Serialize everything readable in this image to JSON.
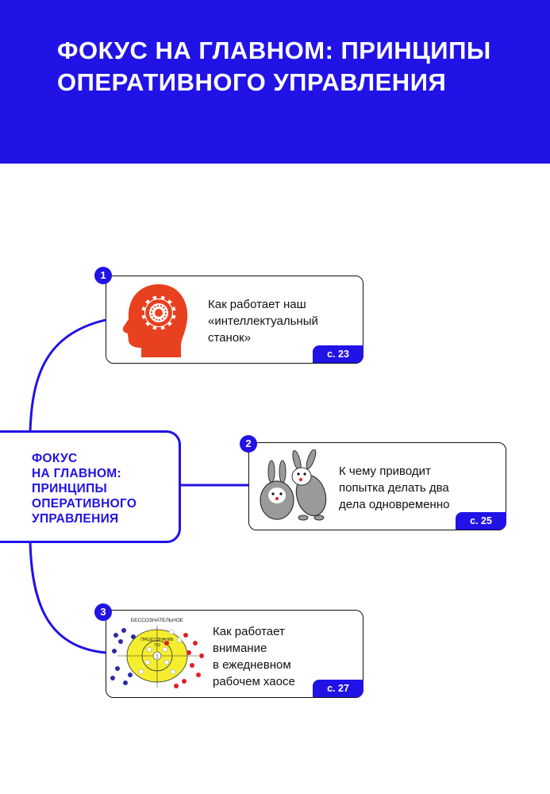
{
  "header": {
    "title": "ФОКУС НА ГЛАВНОМ: ПРИНЦИПЫ\nОПЕРАТИВНОГО УПРАВЛЕНИЯ",
    "background_color": "#2112E6"
  },
  "center_node": {
    "text": "ФОКУС\nНА ГЛАВНОМ:\nПРИНЦИПЫ\nОПЕРАТИВНОГО\nУПРАВЛЕНИЯ"
  },
  "cards": [
    {
      "number": "1",
      "text": "Как работает наш\n«интеллектуальный\nстанок»",
      "page": "с. 23",
      "illustration": "head-with-gear-icon"
    },
    {
      "number": "2",
      "text": "К чему приводит\nпопытка делать два\nдела одновременно",
      "page": "с. 25",
      "illustration": "two-rabbits-icon"
    },
    {
      "number": "3",
      "text": "Как работает\nвнимание\nв ежедневном\nрабочем хаосе",
      "page": "с. 27",
      "illustration": "attention-diagram",
      "diagram_labels": {
        "top": "БЕССОЗНАТЕЛЬНОЕ",
        "inner": "ПРЕДСОЗНАНИЕ",
        "inner_value": "7±2",
        "center": "1"
      }
    }
  ]
}
